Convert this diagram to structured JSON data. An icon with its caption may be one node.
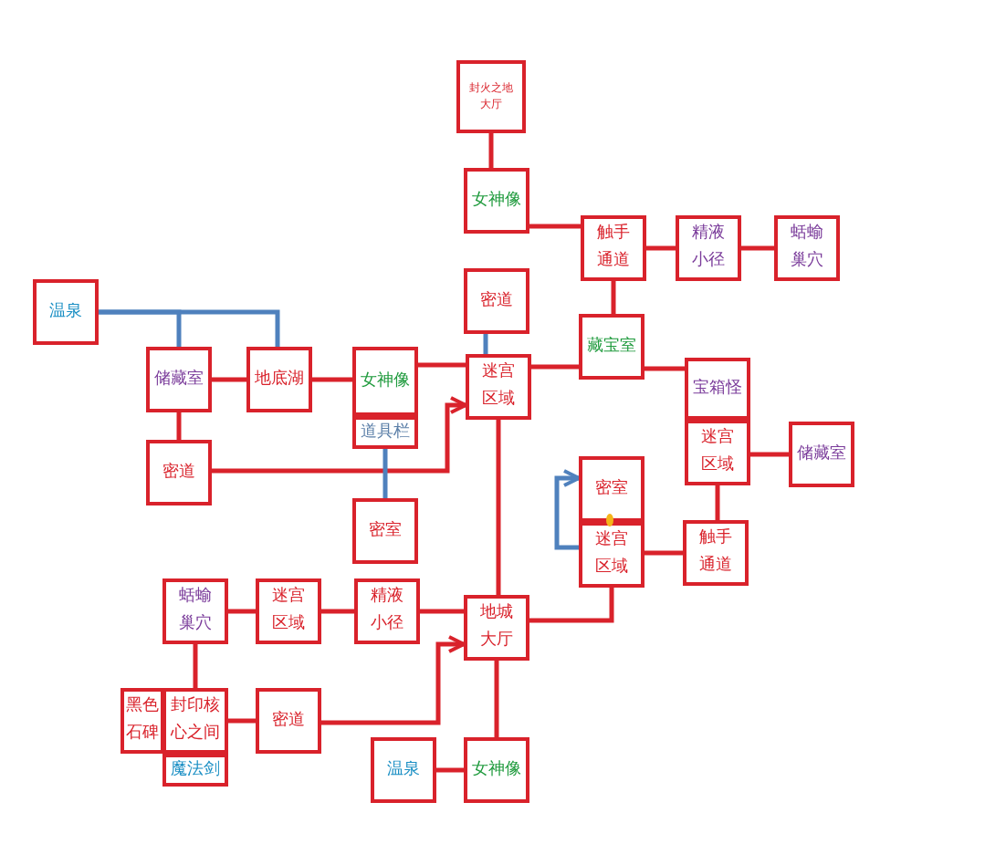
{
  "diagram": {
    "nodes": [
      {
        "text": [
          "封火之地大厅"
        ]
      },
      {
        "text": [
          "女神像"
        ]
      },
      {
        "text": [
          "触手通道"
        ]
      },
      {
        "text": [
          "精液小径"
        ]
      },
      {
        "text": [
          "蛞蝓巢穴"
        ]
      },
      {
        "text": [
          "密道"
        ]
      },
      {
        "text": [
          "藏宝室"
        ]
      },
      {
        "text": [
          "迷宫区域"
        ]
      },
      {
        "text": [
          "宝箱怪"
        ]
      },
      {
        "text": [
          "迷宫区域"
        ]
      },
      {
        "text": [
          "储藏室"
        ]
      },
      {
        "text": [
          "温泉"
        ]
      },
      {
        "text": [
          "储藏室"
        ]
      },
      {
        "text": [
          "地底湖"
        ]
      },
      {
        "text": [
          "女神像"
        ]
      },
      {
        "text": [
          "道具栏"
        ]
      },
      {
        "text": [
          "密道"
        ]
      },
      {
        "text": [
          "密室"
        ]
      },
      {
        "text": [
          "密室"
        ]
      },
      {
        "text": [
          "迷宫区域"
        ]
      },
      {
        "text": [
          "触手通道"
        ]
      },
      {
        "text": [
          "蛞蝓巢穴"
        ]
      },
      {
        "text": [
          "迷宫区域"
        ]
      },
      {
        "text": [
          "精液小径"
        ]
      },
      {
        "text": [
          "地城大厅"
        ]
      },
      {
        "text": [
          "黑色石碑"
        ]
      },
      {
        "text": [
          "封印核心之间"
        ]
      },
      {
        "text": [
          "魔法剑"
        ]
      },
      {
        "text": [
          "密道"
        ]
      },
      {
        "text": [
          "温泉"
        ]
      },
      {
        "text": [
          "女神像"
        ]
      }
    ],
    "edges": [
      {
        "from": 0,
        "to": 1,
        "arrow": "none"
      },
      {
        "from": 1,
        "to": 2,
        "arrow": "none"
      },
      {
        "from": 2,
        "to": 3,
        "arrow": "none"
      },
      {
        "from": 3,
        "to": 4,
        "arrow": "none"
      },
      {
        "from": 2,
        "to": 6,
        "arrow": "none"
      },
      {
        "from": 7,
        "to": 6,
        "arrow": "none"
      },
      {
        "from": 6,
        "to": 8,
        "arrow": "none"
      },
      {
        "from": 9,
        "to": 10,
        "arrow": "none"
      },
      {
        "from": 9,
        "to": 20,
        "arrow": "none"
      },
      {
        "from": 20,
        "to": 19,
        "arrow": "none"
      },
      {
        "from": 19,
        "to": 24,
        "arrow": "none"
      },
      {
        "from": 14,
        "to": 7,
        "arrow": "none"
      },
      {
        "from": 16,
        "to": 7,
        "arrow": "to"
      },
      {
        "from": 12,
        "to": 13,
        "arrow": "none"
      },
      {
        "from": 13,
        "to": 14,
        "arrow": "none"
      },
      {
        "from": 12,
        "to": 16,
        "arrow": "none"
      },
      {
        "from": 7,
        "to": 24,
        "arrow": "none"
      },
      {
        "from": 21,
        "to": 22,
        "arrow": "none"
      },
      {
        "from": 22,
        "to": 23,
        "arrow": "none"
      },
      {
        "from": 23,
        "to": 24,
        "arrow": "none"
      },
      {
        "from": 28,
        "to": 24,
        "arrow": "to"
      },
      {
        "from": 26,
        "to": 28,
        "arrow": "none"
      },
      {
        "from": 21,
        "to": 26,
        "arrow": "none"
      },
      {
        "from": 29,
        "to": 30,
        "arrow": "none"
      },
      {
        "from": 30,
        "to": 24,
        "arrow": "none"
      },
      {
        "from": 11,
        "to": 12,
        "arrow": "none",
        "color": "#4f81bd"
      },
      {
        "from": 11,
        "to": 13,
        "arrow": "none",
        "color": "#4f81bd"
      },
      {
        "from": 15,
        "to": 17,
        "arrow": "none",
        "color": "#4f81bd"
      },
      {
        "from": 7,
        "to": 5,
        "arrow": "none",
        "color": "#4f81bd"
      },
      {
        "from": 19,
        "to": 18,
        "arrow": "to",
        "color": "#4f81bd"
      }
    ]
  }
}
